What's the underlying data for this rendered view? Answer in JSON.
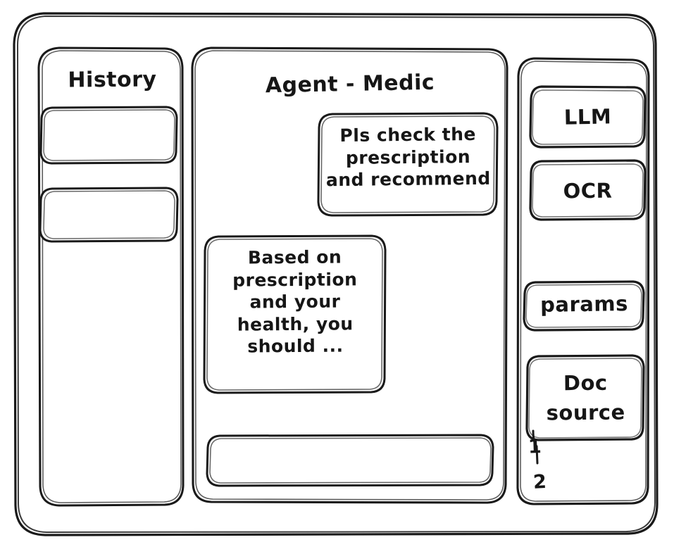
{
  "window": {
    "name": "app-window"
  },
  "sidebar": {
    "title": "History",
    "items": [
      {
        "label": ""
      },
      {
        "label": ""
      }
    ]
  },
  "main": {
    "title": "Agent - Medic",
    "messages": [
      {
        "role": "user",
        "text": "Pls check the\nprescription\nand recommend"
      },
      {
        "role": "agent",
        "text": "Based on\nprescription\nand your\nhealth, you\nshould ..."
      }
    ],
    "composer": {
      "value": "",
      "placeholder": ""
    }
  },
  "tools": {
    "items": [
      {
        "label": "LLM"
      },
      {
        "label": "OCR"
      },
      {
        "label": "params"
      },
      {
        "label": "Doc\nsource"
      }
    ],
    "doc_list": [
      {
        "label": "1"
      },
      {
        "label": "2"
      }
    ]
  },
  "colors": {
    "ink": "#1a1a1a",
    "paper": "#ffffff"
  }
}
